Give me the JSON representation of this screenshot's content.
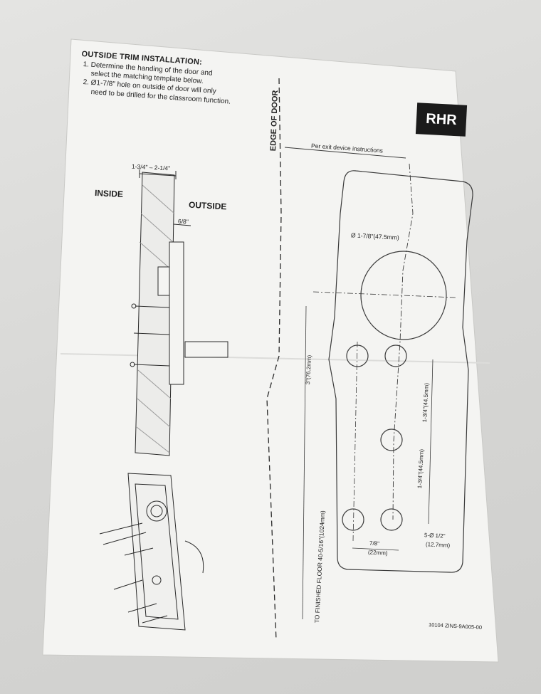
{
  "instructions": {
    "title": "OUTSIDE TRIM INSTALLATION:",
    "step1_line1": "1. Determine the handing of the door and",
    "step1_line2": "select the matching template below.",
    "step2_line1": "2. Ø1-7/8\" hole on outside of door will only",
    "step2_line2": "need to be drilled for the classroom function."
  },
  "section_view": {
    "inside_label": "INSIDE",
    "outside_label": "OUTSIDE",
    "thickness_dim": "1-3/4\" – 2-1/4\"",
    "offset_dim": "6/8\""
  },
  "template": {
    "handing_badge": "RHR",
    "edge_label": "EDGE OF DOOR",
    "exit_device_note": "Per exit device instructions",
    "hole_dim": "Ø 1-7/8\"(47.5mm)",
    "vertical_3": "3\"(76.2mm)",
    "spacing_1": "1-3/4\"(44.5mm)",
    "spacing_2": "1-3/4\"(44.5mm)",
    "floor_dim": "TO FINISHED FLOOR 40-5/16\"(1024mm)",
    "width_78": "7/8\"",
    "width_22": "(22mm)",
    "holes_note": "5-Ø 1/2\"",
    "holes_mm": "(12.7mm)",
    "doc_code": "10104 ZINS-9A005-00"
  },
  "colors": {
    "paper": "#f4f4f2",
    "ink": "#1e1e1e",
    "background": "#d9d9d7"
  }
}
